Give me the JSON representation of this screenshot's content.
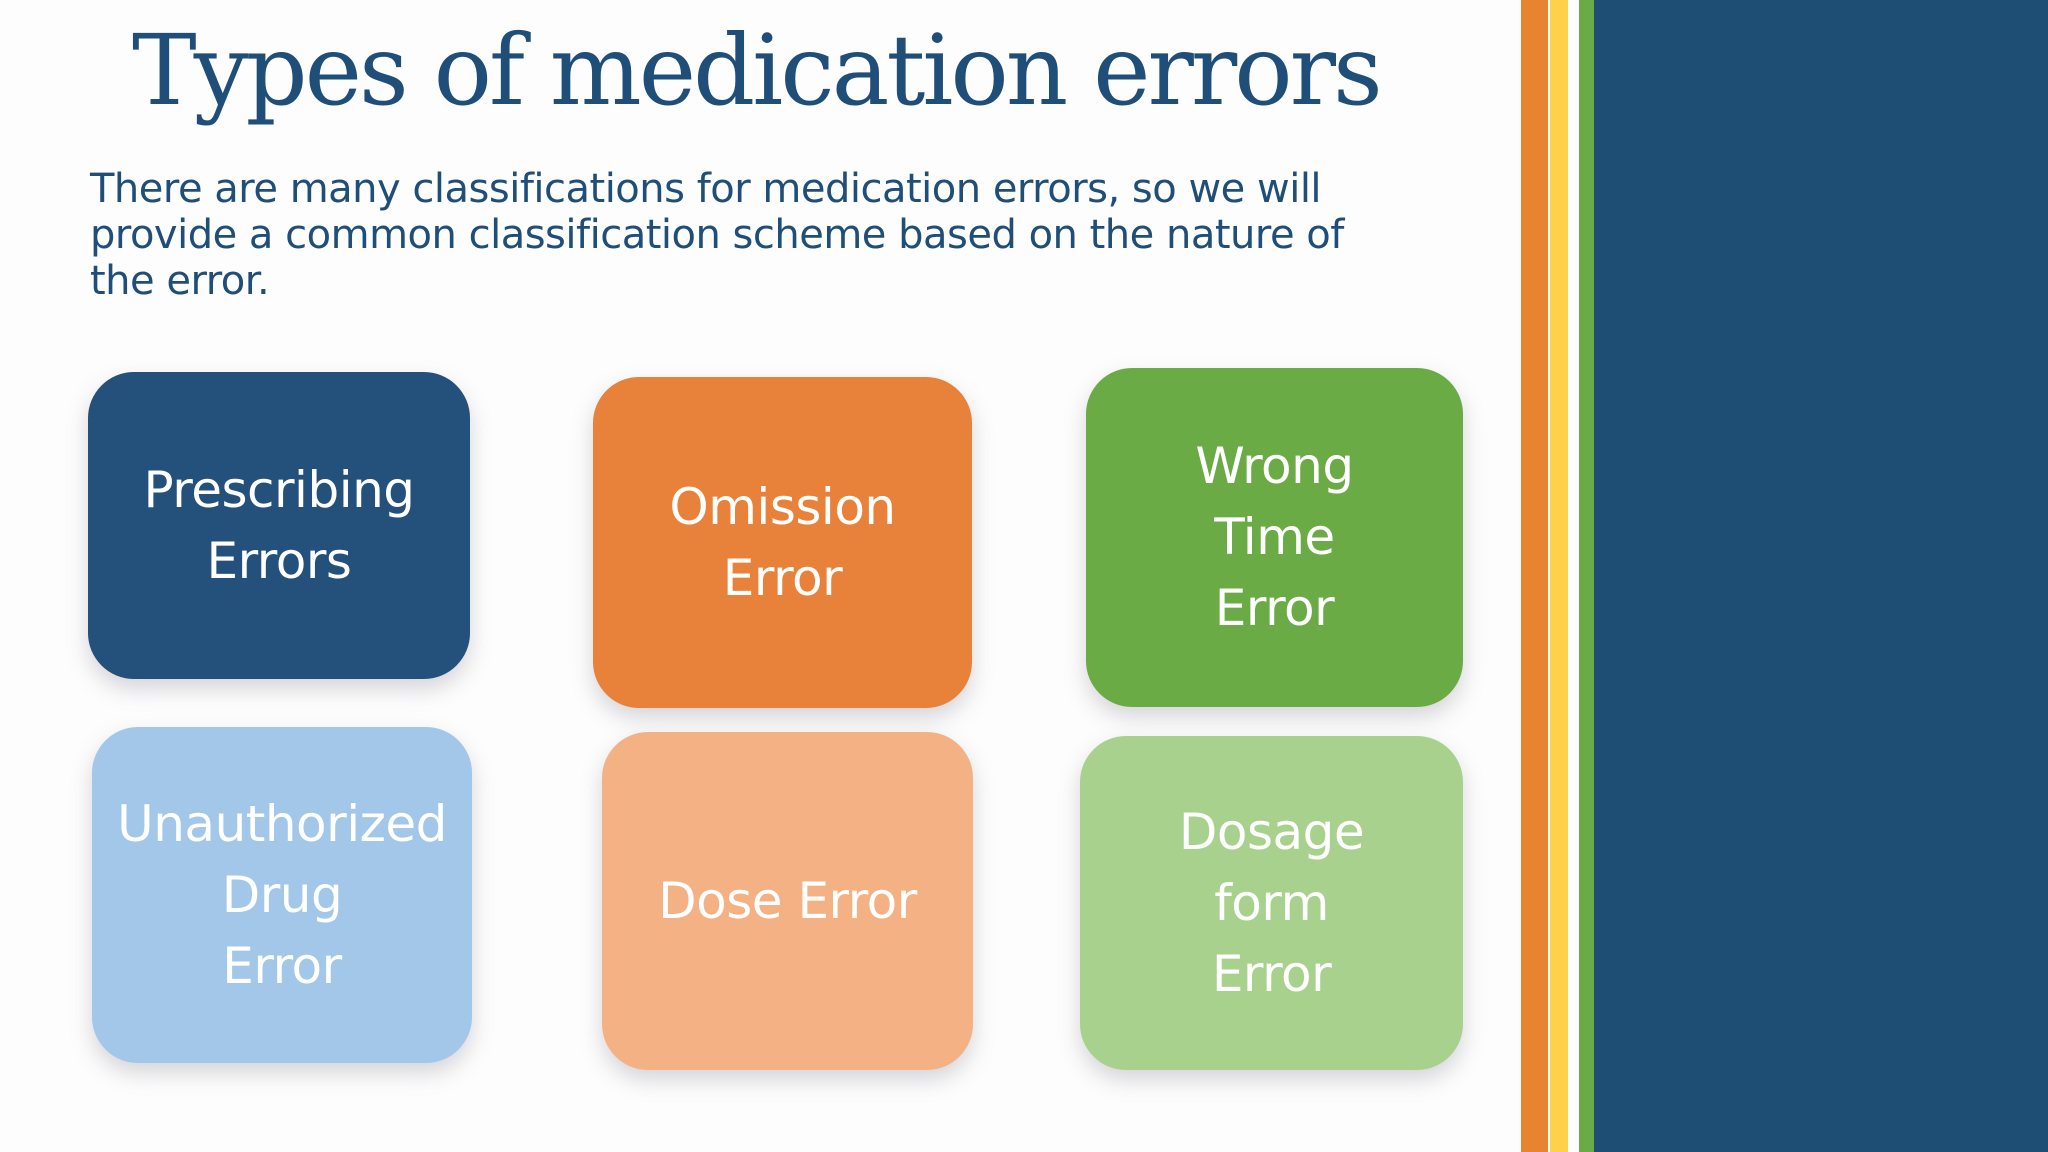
{
  "slide": {
    "title": "Types of medication errors",
    "intro_lines": [
      "There are many classifications for medication errors, so we will",
      "provide a common classification scheme based on the nature of",
      "the error."
    ]
  },
  "cards": [
    {
      "label": "Prescribing\nErrors",
      "color": "#24517B"
    },
    {
      "label": "Omission\nError",
      "color": "#E8813A"
    },
    {
      "label": "Wrong\nTime\nError",
      "color": "#6BAB45"
    },
    {
      "label": "Unauthorized\nDrug\nError",
      "color": "#A2C7E8"
    },
    {
      "label": "Dose Error",
      "color": "#F4B183"
    },
    {
      "label": "Dosage\nform\nError",
      "color": "#A9D18E"
    }
  ],
  "colors": {
    "background": "#FDFDFD",
    "title_text": "#1F4E79",
    "body_text": "#1F4E79",
    "card_text": "#FFFFFF",
    "stripe_orange": "#E8842F",
    "stripe_yellow": "#FFD04A",
    "stripe_green": "#69AC45",
    "side_panel": "#1F4E74",
    "icon": "#FFFFFF"
  },
  "side_icons": [
    {
      "name": "glasses-icon"
    },
    {
      "name": "t-shirt-icon"
    },
    {
      "name": "boot-icon"
    }
  ]
}
